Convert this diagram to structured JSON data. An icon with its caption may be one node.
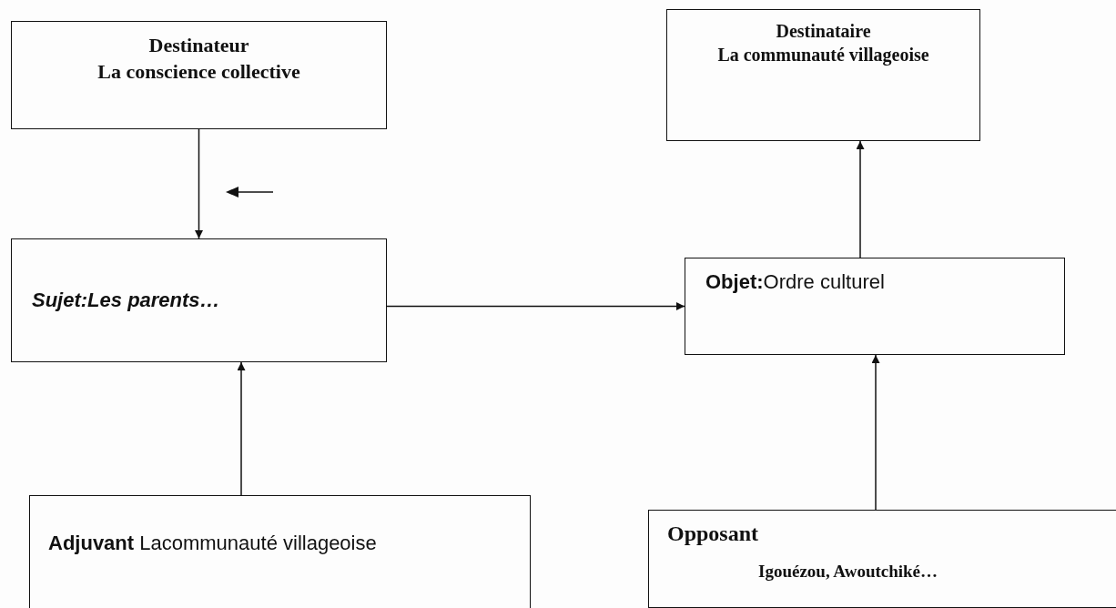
{
  "diagram": {
    "nodes": [
      {
        "text": [
          "Destinateur",
          "La conscience collective"
        ]
      },
      {
        "text": [
          "Destinataire",
          "La communauté villageoise"
        ]
      },
      {
        "text": [
          "Sujet:Les parents…"
        ]
      },
      {
        "text": [
          "**Objet:**Ordre culturel"
        ]
      },
      {
        "text": [
          "**Adjuvant** Lacommunauté villageoise"
        ]
      },
      {
        "text": [
          "Opposant",
          "Igouézou, Awoutchiké…"
        ]
      }
    ],
    "edges": [
      {
        "from": 0,
        "to": 2,
        "arrow": "to"
      },
      {
        "from": 2,
        "to": 3,
        "arrow": "to"
      },
      {
        "from": 3,
        "to": 1,
        "arrow": "to"
      },
      {
        "from": 4,
        "to": 2,
        "arrow": "to"
      },
      {
        "from": 5,
        "to": 3,
        "arrow": "to"
      }
    ]
  }
}
